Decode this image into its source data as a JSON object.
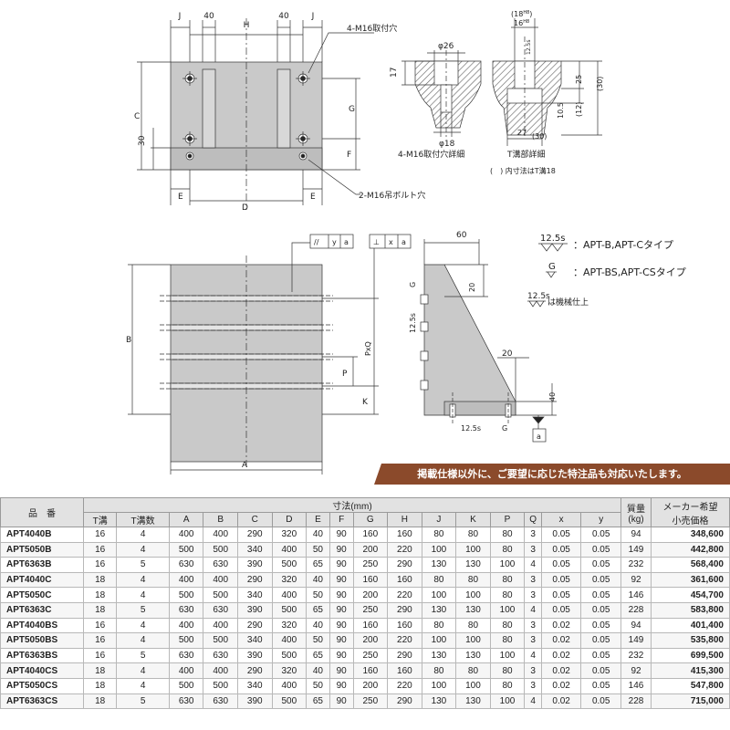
{
  "drawing": {
    "front": {
      "dim_J": "J",
      "dim_40": "40",
      "dim_H": "H",
      "dim_C": "C",
      "dim_G": "G",
      "dim_F": "F",
      "dim_30": "30",
      "dim_E": "E",
      "dim_D": "D",
      "note_mount_holes": "4-M16取付穴",
      "note_eye_bolt": "2-M16吊ボルト穴"
    },
    "hole_detail": {
      "dim_phi26": "φ26",
      "dim_phi18": "φ18",
      "dim_17": "17",
      "caption": "4-M16取付穴詳細"
    },
    "slot_detail": {
      "dim_18h8_paren": "(18",
      "dim_h8_sup": "H8",
      "dim_close_paren": ")",
      "dim_16h8": "16",
      "dim_h8_sup2": "H8",
      "dim_12_5s": "12.5s",
      "dim_25": "25",
      "dim_30_paren": "(30)",
      "dim_10_5": "10.5",
      "dim_12_paren": "(12)",
      "dim_27": "27",
      "dim_30_paren_b": "(30)",
      "caption": "T溝部詳細",
      "note": "(　) 内寸法はT溝18"
    },
    "elevation": {
      "tol_parallel": "//",
      "tol_y": "y",
      "tol_a1": "a",
      "tol_perp": "⊥",
      "tol_x": "x",
      "tol_a2": "a",
      "dim_B": "B",
      "dim_A": "A",
      "dim_PxQ": "PxQ",
      "dim_P": "P",
      "dim_K": "K"
    },
    "side": {
      "dim_60": "60",
      "dim_20_top": "20",
      "dim_20_mid": "20",
      "dim_40": "40",
      "label_G": "G",
      "label_12_5s": "12.5s",
      "label_12_5s_bottom": "12.5s",
      "label_G_bottom": "G",
      "datum_a": "a"
    },
    "legend": {
      "sym1": "12.5s",
      "text1": "：APT-B,APT-Cタイプ",
      "sym2": "G",
      "text2": "：APT-BS,APT-CSタイプ",
      "sym3": "12.5s",
      "text3": "は機械仕上"
    }
  },
  "banner": "掲載仕様以外に、ご要望に応じた特注品も対応いたします。",
  "table": {
    "head_code": "品　番",
    "head_dims": "寸法(mm)",
    "head_mass": "質量",
    "head_mass_unit": "(kg)",
    "head_price": "メーカー希望",
    "head_price2": "小売価格",
    "sub": [
      "T溝",
      "T溝数",
      "A",
      "B",
      "C",
      "D",
      "E",
      "F",
      "G",
      "H",
      "J",
      "K",
      "P",
      "Q",
      "x",
      "y"
    ],
    "rows": [
      [
        "APT4040B",
        "16",
        "4",
        "400",
        "400",
        "290",
        "320",
        "40",
        "90",
        "160",
        "160",
        "80",
        "80",
        "80",
        "3",
        "0.05",
        "0.05",
        "94",
        "348,600"
      ],
      [
        "APT5050B",
        "16",
        "4",
        "500",
        "500",
        "340",
        "400",
        "50",
        "90",
        "200",
        "220",
        "100",
        "100",
        "80",
        "3",
        "0.05",
        "0.05",
        "149",
        "442,800"
      ],
      [
        "APT6363B",
        "16",
        "5",
        "630",
        "630",
        "390",
        "500",
        "65",
        "90",
        "250",
        "290",
        "130",
        "130",
        "100",
        "4",
        "0.05",
        "0.05",
        "232",
        "568,400"
      ],
      [
        "APT4040C",
        "18",
        "4",
        "400",
        "400",
        "290",
        "320",
        "40",
        "90",
        "160",
        "160",
        "80",
        "80",
        "80",
        "3",
        "0.05",
        "0.05",
        "92",
        "361,600"
      ],
      [
        "APT5050C",
        "18",
        "4",
        "500",
        "500",
        "340",
        "400",
        "50",
        "90",
        "200",
        "220",
        "100",
        "100",
        "80",
        "3",
        "0.05",
        "0.05",
        "146",
        "454,700"
      ],
      [
        "APT6363C",
        "18",
        "5",
        "630",
        "630",
        "390",
        "500",
        "65",
        "90",
        "250",
        "290",
        "130",
        "130",
        "100",
        "4",
        "0.05",
        "0.05",
        "228",
        "583,800"
      ],
      [
        "APT4040BS",
        "16",
        "4",
        "400",
        "400",
        "290",
        "320",
        "40",
        "90",
        "160",
        "160",
        "80",
        "80",
        "80",
        "3",
        "0.02",
        "0.05",
        "94",
        "401,400"
      ],
      [
        "APT5050BS",
        "16",
        "4",
        "500",
        "500",
        "340",
        "400",
        "50",
        "90",
        "200",
        "220",
        "100",
        "100",
        "80",
        "3",
        "0.02",
        "0.05",
        "149",
        "535,800"
      ],
      [
        "APT6363BS",
        "16",
        "5",
        "630",
        "630",
        "390",
        "500",
        "65",
        "90",
        "250",
        "290",
        "130",
        "130",
        "100",
        "4",
        "0.02",
        "0.05",
        "232",
        "699,500"
      ],
      [
        "APT4040CS",
        "18",
        "4",
        "400",
        "400",
        "290",
        "320",
        "40",
        "90",
        "160",
        "160",
        "80",
        "80",
        "80",
        "3",
        "0.02",
        "0.05",
        "92",
        "415,300"
      ],
      [
        "APT5050CS",
        "18",
        "4",
        "500",
        "500",
        "340",
        "400",
        "50",
        "90",
        "200",
        "220",
        "100",
        "100",
        "80",
        "3",
        "0.02",
        "0.05",
        "146",
        "547,800"
      ],
      [
        "APT6363CS",
        "18",
        "5",
        "630",
        "630",
        "390",
        "500",
        "65",
        "90",
        "250",
        "290",
        "130",
        "130",
        "100",
        "4",
        "0.02",
        "0.05",
        "228",
        "715,000"
      ]
    ]
  },
  "colors": {
    "plate": "#c9c9c9",
    "banner": "#8b4a2b",
    "header": "#e2e2e2"
  }
}
